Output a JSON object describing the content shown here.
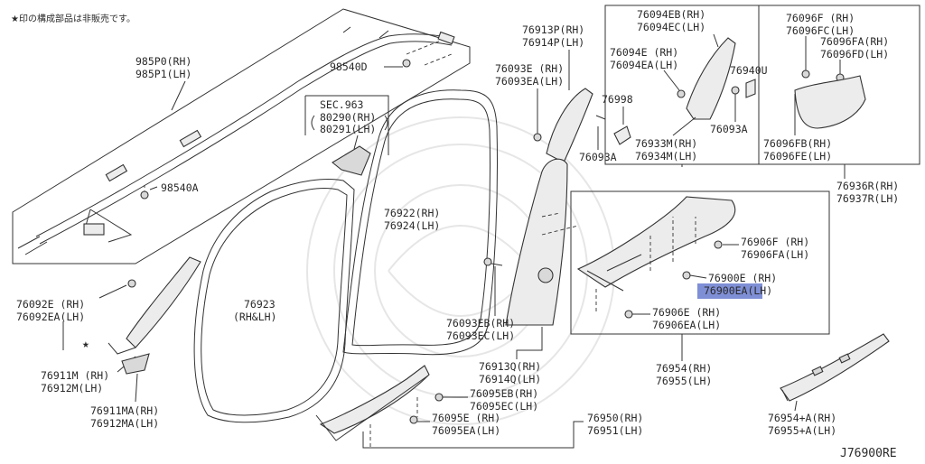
{
  "diagram": {
    "note": "★印の構成部品は非販売です。",
    "code": "J76900RE",
    "highlight_color": "#7f8fd6",
    "labels": {
      "p98540d": "98540D",
      "p985p0": "985P0(RH)",
      "p985p1": "985P1(LH)",
      "p98540a": "98540A",
      "sec963": "SEC.963",
      "p80290": "80290(RH)",
      "p80291": "80291(LH)",
      "p76092e": "76092E (RH)",
      "p76092ea": "76092EA(LH)",
      "p76911m": "76911M (RH)",
      "p76912m": "76912M(LH)",
      "p76911ma": "76911MA(RH)",
      "p76912ma": "76912MA(LH)",
      "p76923": "76923",
      "p76923b": "(RH&LH)",
      "p76922": "76922(RH)",
      "p76924": "76924(LH)",
      "p76913p": "76913P(RH)",
      "p76914p": "76914P(LH)",
      "p76093e": "76093E (RH)",
      "p76093ea": "76093EA(LH)",
      "p76998": "76998",
      "p76093a_1": "76093A",
      "p76094eb": "76094EB(RH)",
      "p76094ec": "76094EC(LH)",
      "p76094e": "76094E (RH)",
      "p76094ea": "76094EA(LH)",
      "p76940u": "76940U",
      "p76093a_2": "76093A",
      "p76933m": "76933M(RH)",
      "p76934m": "76934M(LH)",
      "p76096f": "76096F (RH)",
      "p76096fc": "76096FC(LH)",
      "p76096fa": "76096FA(RH)",
      "p76096fd": "76096FD(LH)",
      "p76096fb": "76096FB(RH)",
      "p76096fe": "76096FE(LH)",
      "p76936r": "76936R(RH)",
      "p76937r": "76937R(LH)",
      "p76093eb": "76093EB(RH)",
      "p76093ec": "76093EC(LH)",
      "p76913q": "76913Q(RH)",
      "p76914q": "76914Q(LH)",
      "p76906f": "76906F (RH)",
      "p76906fa": "76906FA(LH)",
      "p76900e": "76900E (RH)",
      "p76900ea": "76900EA(LH)",
      "p76906e": "76906E (RH)",
      "p76906ea": "76906EA(LH)",
      "p76954": "76954(RH)",
      "p76955": "76955(LH)",
      "p76095eb": "76095EB(RH)",
      "p76095ec": "76095EC(LH)",
      "p76095e": "76095E (RH)",
      "p76095ea": "76095EA(LH)",
      "p76950": "76950(RH)",
      "p76951": "76951(LH)",
      "p76954a": "76954+A(RH)",
      "p76955a": "76955+A(LH)"
    }
  }
}
